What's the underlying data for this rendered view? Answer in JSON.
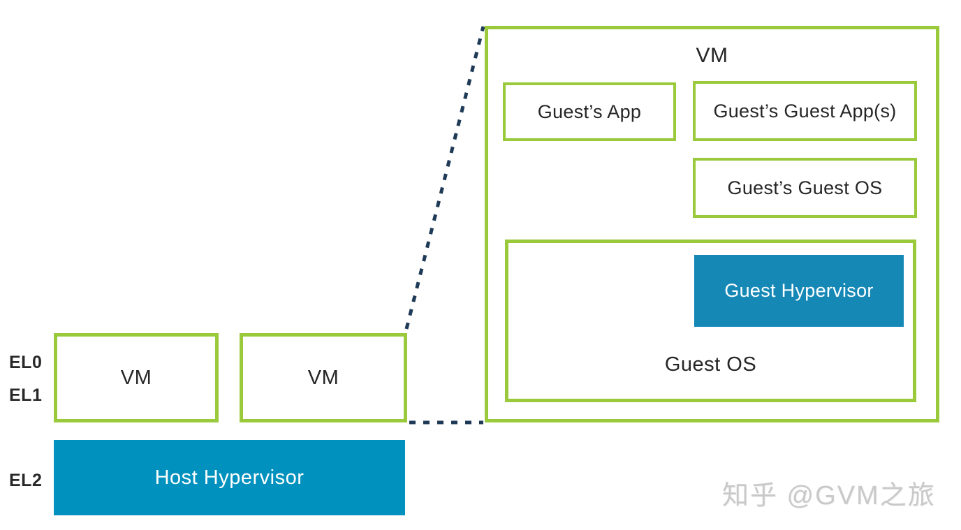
{
  "diagram": {
    "exception_levels": [
      {
        "label": "EL0"
      },
      {
        "label": "EL1"
      },
      {
        "label": "EL2"
      }
    ],
    "host_vms": [
      {
        "label": "VM"
      },
      {
        "label": "VM"
      }
    ],
    "host_hypervisor": {
      "label": "Host Hypervisor"
    },
    "expanded_vm": {
      "title": "VM",
      "guest_app": {
        "label": "Guest’s App"
      },
      "guest_guest_apps": {
        "label": "Guest’s Guest App(s)"
      },
      "guest_guest_os": {
        "label": "Guest’s Guest OS"
      },
      "guest_os": {
        "label": "Guest OS"
      },
      "guest_hypervisor": {
        "label": "Guest Hypervisor"
      }
    },
    "colors": {
      "green_border": "#9ACA3C",
      "host_blue": "#0091BE",
      "guest_blue": "#1588B6",
      "connector_navy": "#1E3A56",
      "text_dark": "#262626",
      "watermark_gray": "#C9C9C9"
    },
    "watermark": "知乎 @GVM之旅"
  }
}
